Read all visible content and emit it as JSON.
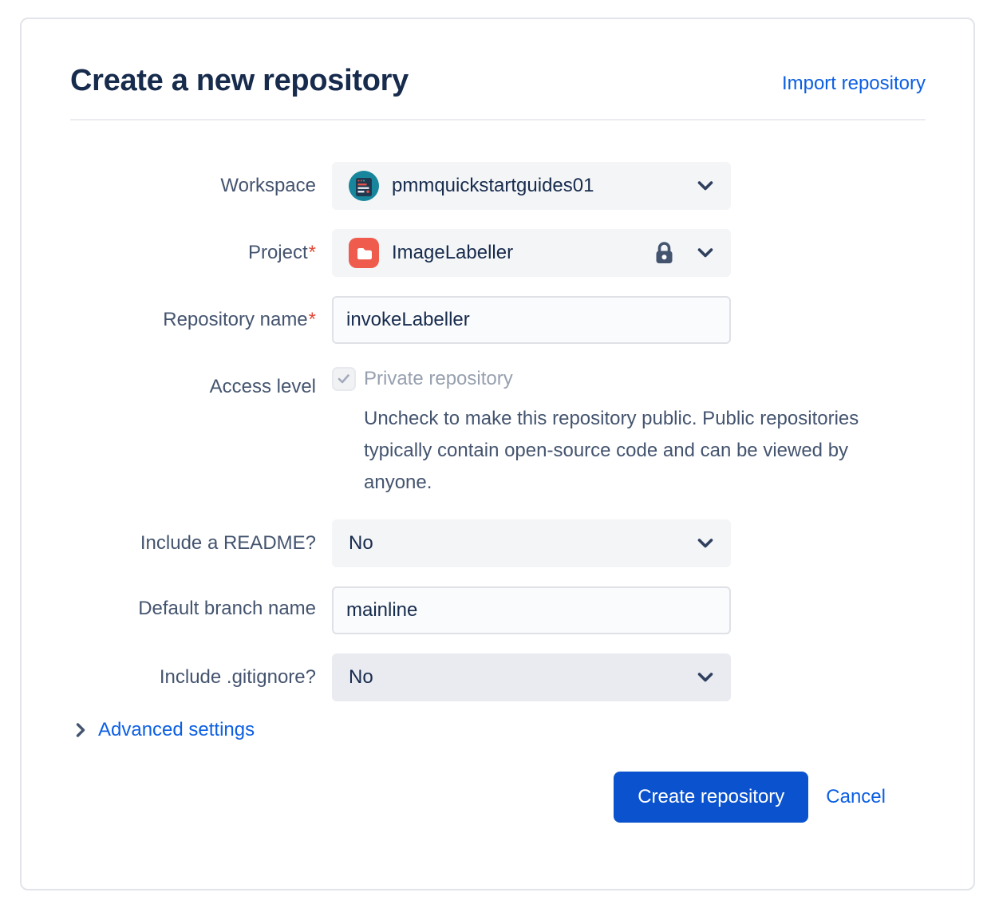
{
  "header": {
    "title": "Create a new repository",
    "import_link": "Import repository"
  },
  "form": {
    "workspace": {
      "label": "Workspace",
      "value": "pmmquickstartguides01"
    },
    "project": {
      "label": "Project",
      "required_mark": "*",
      "value": "ImageLabeller"
    },
    "repository_name": {
      "label": "Repository name",
      "required_mark": "*",
      "value": "invokeLabeller"
    },
    "access_level": {
      "label": "Access level",
      "checkbox_label": "Private repository",
      "checked": true,
      "help": "Uncheck to make this repository public. Public repositories typically contain open-source code and can be viewed by anyone."
    },
    "include_readme": {
      "label": "Include a README?",
      "value": "No"
    },
    "default_branch": {
      "label": "Default branch name",
      "value": "mainline"
    },
    "include_gitignore": {
      "label": "Include .gitignore?",
      "value": "No"
    },
    "advanced": {
      "label": "Advanced settings"
    }
  },
  "actions": {
    "create_label": "Create repository",
    "cancel_label": "Cancel"
  },
  "colors": {
    "accent_blue": "#0B53CE",
    "link_blue": "#0C5FE3",
    "title_navy": "#172B4D",
    "label_slate": "#44546F",
    "project_icon_red": "#EF5B4D",
    "workspace_avatar_teal": "#17859B"
  }
}
